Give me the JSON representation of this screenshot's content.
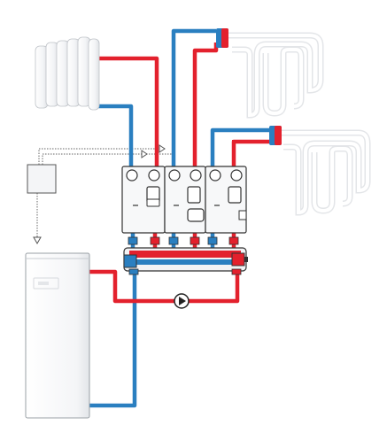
{
  "diagram": {
    "colors": {
      "supply": "#e3212d",
      "return": "#2a7fc0",
      "outline": "#444444",
      "fill": "#ffffff",
      "shade": "#eef0f3",
      "control": "#666666"
    },
    "components": [
      {
        "id": "radiator",
        "icon": "radiator-icon"
      },
      {
        "id": "underfloor-loop-1",
        "icon": "floor-heating-loop-icon"
      },
      {
        "id": "underfloor-loop-2",
        "icon": "floor-heating-loop-icon"
      },
      {
        "id": "controller",
        "icon": "controller-box-icon"
      },
      {
        "id": "boiler",
        "icon": "boiler-icon"
      },
      {
        "id": "pump-module-1",
        "icon": "pump-module-icon"
      },
      {
        "id": "pump-module-2",
        "icon": "pump-module-icon"
      },
      {
        "id": "pump-module-3",
        "icon": "pump-module-icon"
      },
      {
        "id": "distribution-manifold",
        "icon": "manifold-icon"
      },
      {
        "id": "circulation-pump",
        "icon": "pump-icon"
      }
    ]
  }
}
